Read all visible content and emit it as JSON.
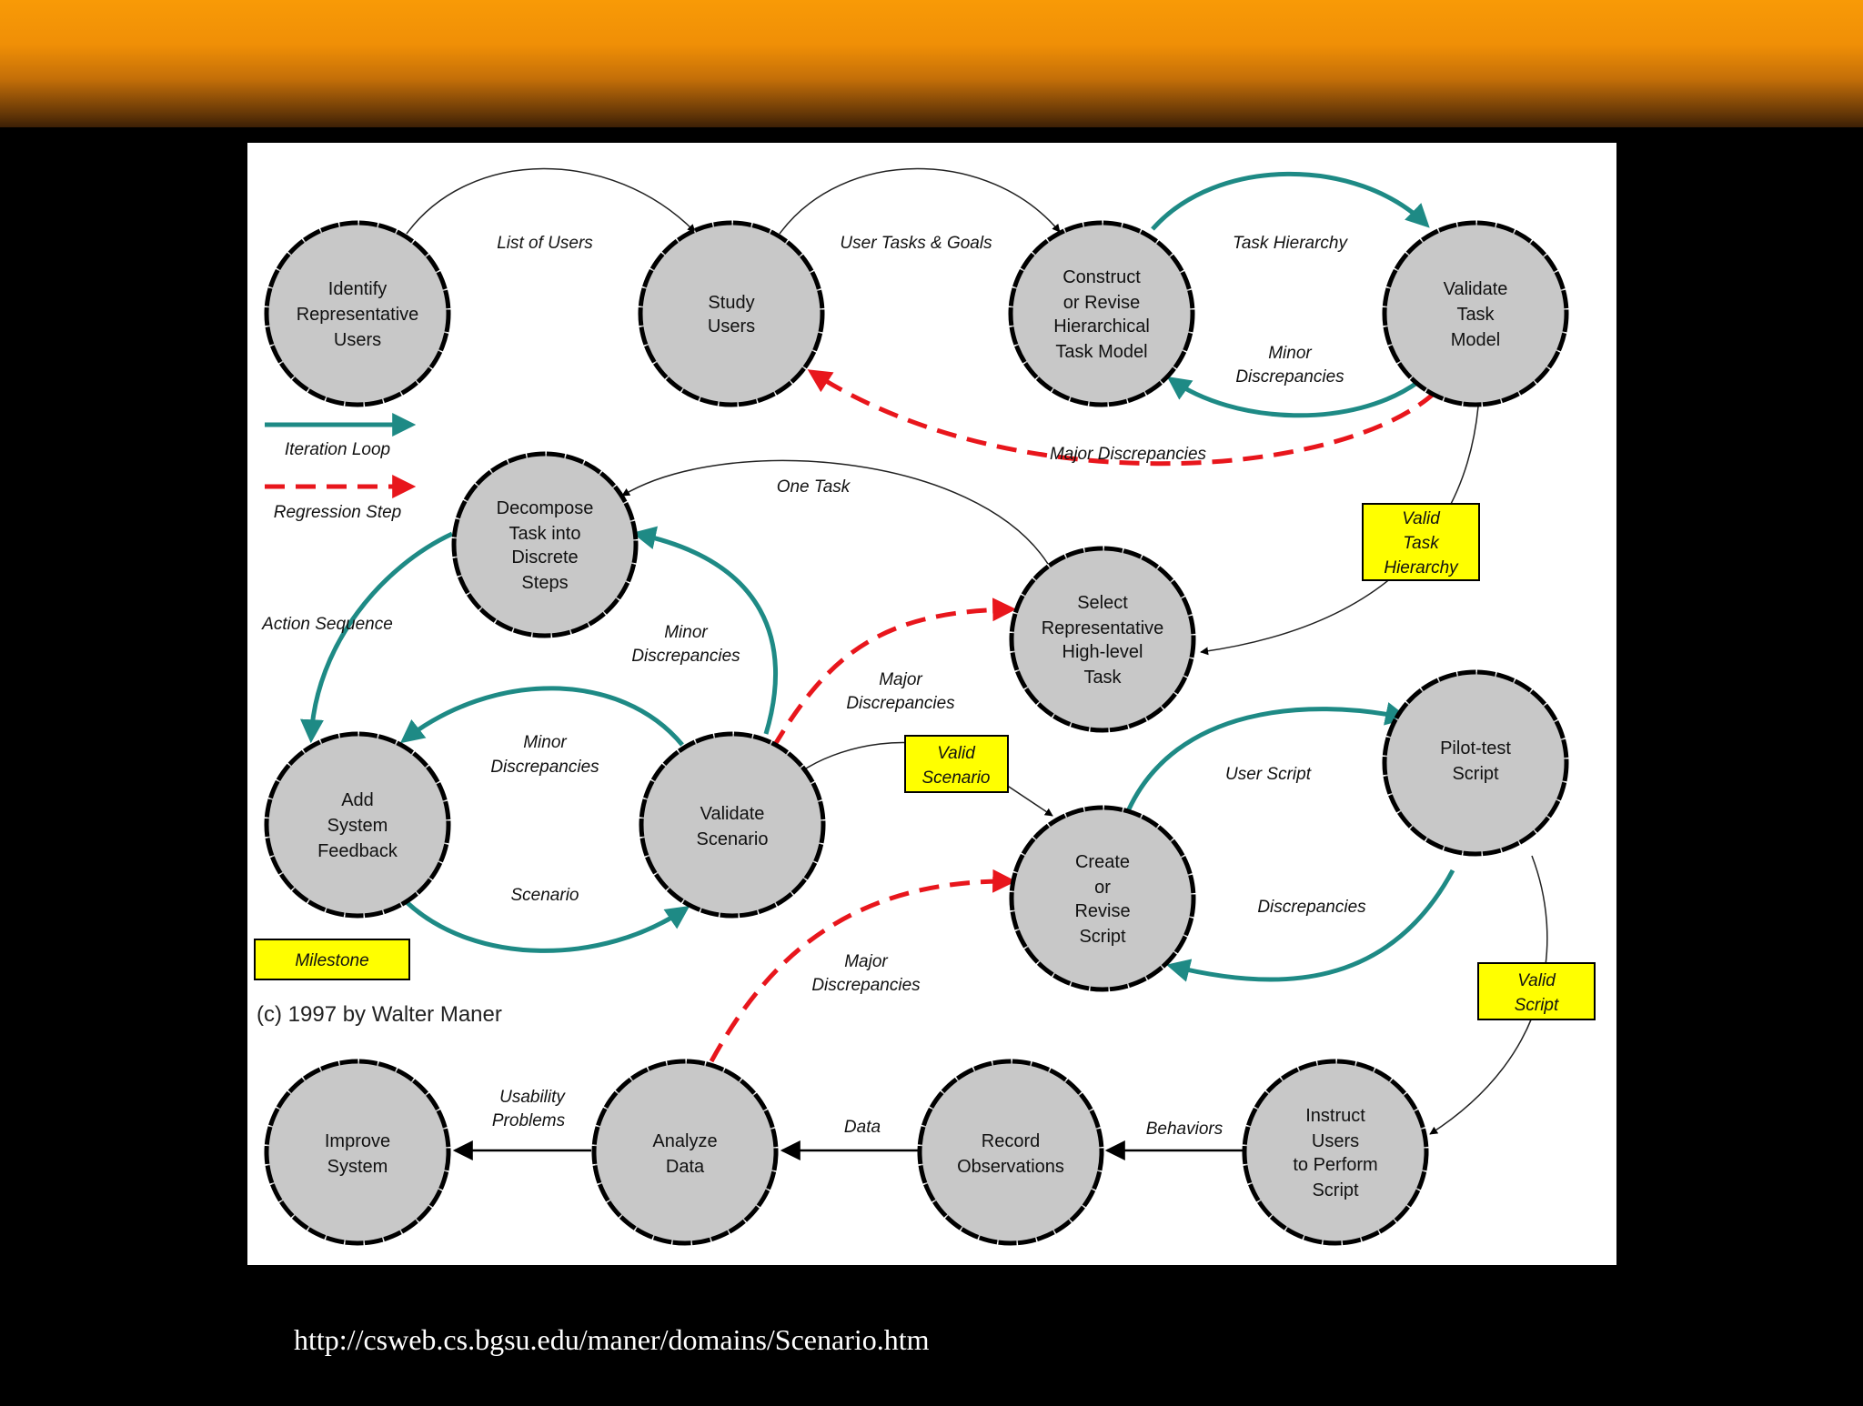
{
  "source_url": "http://csweb.cs.bgsu.edu/maner/domains/Scenario.htm",
  "colors": {
    "header_orange": "#f89a06",
    "iteration_loop": "#1e8a85",
    "regression_step": "#e8161c",
    "node_fill": "#c8c8c8",
    "milestone_fill": "#ffff00"
  },
  "nodes": {
    "identify_users": [
      "Identify",
      "Representative",
      "Users"
    ],
    "study_users": [
      "Study",
      "Users"
    ],
    "construct_model": [
      "Construct",
      "or Revise",
      "Hierarchical",
      "Task Model"
    ],
    "validate_model": [
      "Validate",
      "Task",
      "Model"
    ],
    "decompose_task": [
      "Decompose",
      "Task into",
      "Discrete",
      "Steps"
    ],
    "select_task": [
      "Select",
      "Representative",
      "High-level",
      "Task"
    ],
    "add_feedback": [
      "Add",
      "System",
      "Feedback"
    ],
    "validate_scenario": [
      "Validate",
      "Scenario"
    ],
    "pilot_test": [
      "Pilot-test",
      "Script"
    ],
    "create_script": [
      "Create",
      "or",
      "Revise",
      "Script"
    ],
    "improve_system": [
      "Improve",
      "System"
    ],
    "analyze_data": [
      "Analyze",
      "Data"
    ],
    "record_observations": [
      "Record",
      "Observations"
    ],
    "instruct_users": [
      "Instruct",
      "Users",
      "to Perform",
      "Script"
    ]
  },
  "edge_labels": {
    "list_of_users": "List of Users",
    "user_tasks_goals": "User Tasks & Goals",
    "task_hierarchy": "Task Hierarchy",
    "minor_discrepancies_1": [
      "Minor",
      "Discrepancies"
    ],
    "major_discrepancies_1": "Major Discrepancies",
    "one_task": "One Task",
    "action_sequence": "Action Sequence",
    "minor_discrepancies_2": [
      "Minor",
      "Discrepancies"
    ],
    "major_discrepancies_2": [
      "Major",
      "Discrepancies"
    ],
    "minor_discrepancies_3": [
      "Minor",
      "Discrepancies"
    ],
    "scenario": "Scenario",
    "user_script": "User Script",
    "discrepancies": "Discrepancies",
    "major_discrepancies_3": [
      "Major",
      "Discrepancies"
    ],
    "usability_problems": [
      "Usability",
      "Problems"
    ],
    "data": "Data",
    "behaviors": "Behaviors"
  },
  "milestones": {
    "valid_task_hierarchy": [
      "Valid",
      "Task",
      "Hierarchy"
    ],
    "valid_scenario": [
      "Valid",
      "Scenario"
    ],
    "valid_script": [
      "Valid",
      "Script"
    ],
    "milestone": "Milestone"
  },
  "legend": {
    "iteration_loop": "Iteration Loop",
    "regression_step": "Regression Step"
  },
  "copyright": "(c) 1997 by Walter Maner"
}
